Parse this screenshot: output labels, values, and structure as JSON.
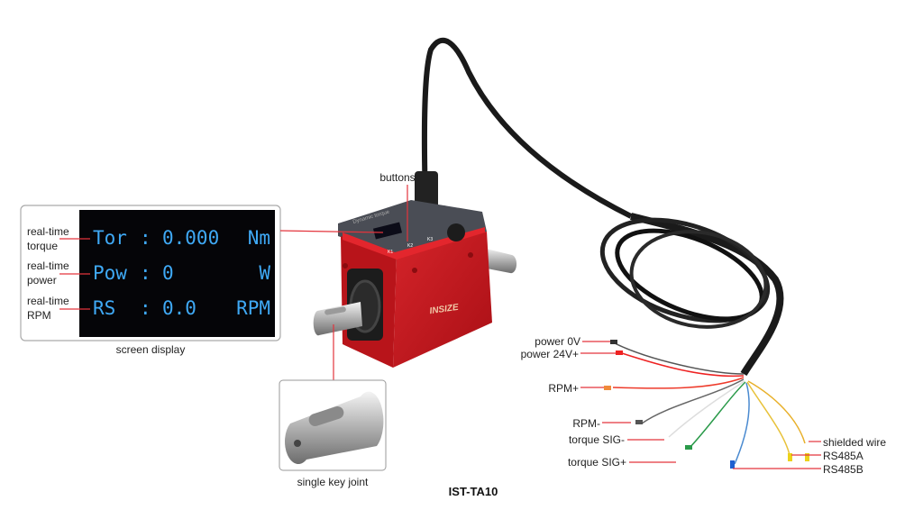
{
  "model": "IST-TA10",
  "brand_logo": "INSIZE",
  "device_top_text": "Dynamic torque",
  "button_labels": [
    "K1",
    "K2",
    "K3"
  ],
  "screen": {
    "caption": "screen display",
    "rows": [
      {
        "label_line1": "real-time",
        "label_line2": "torque",
        "name": "Tor",
        "sep": ":",
        "value": "0.000",
        "unit": "Nm"
      },
      {
        "label_line1": "real-time",
        "label_line2": "power",
        "name": "Pow",
        "sep": ":",
        "value": "0",
        "unit": "W"
      },
      {
        "label_line1": "real-time",
        "label_line2": "RPM",
        "name": "RS",
        "sep": ":",
        "value": "0.0",
        "unit": "RPM"
      }
    ]
  },
  "callouts": {
    "buttons": "buttons",
    "single_key_joint": "single key joint"
  },
  "wires_left": [
    "power 0V",
    "power 24V+",
    "RPM+",
    "RPM-",
    "torque SIG-",
    "torque SIG+"
  ],
  "wires_right": [
    "shielded wire",
    "RS485A",
    "RS485B"
  ],
  "colors": {
    "accent": "#e3343c",
    "lcd_text": "#3fa9f5",
    "device_red": "#c8161d"
  }
}
